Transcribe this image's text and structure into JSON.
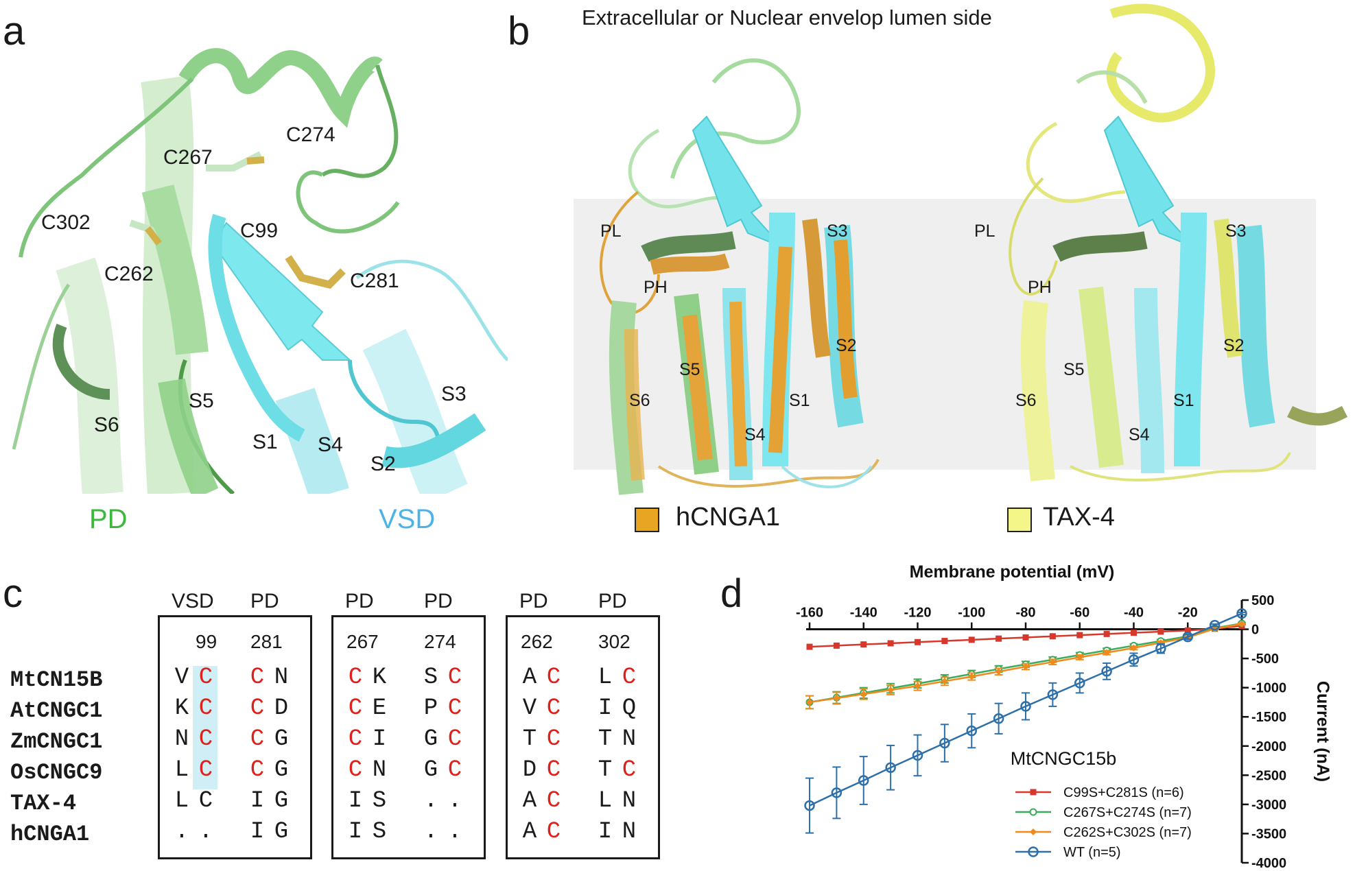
{
  "panels": {
    "a": {
      "letter": "a",
      "labels": [
        "C274",
        "C267",
        "C302",
        "C99",
        "C262",
        "C281",
        "S5",
        "S3",
        "S6",
        "S1",
        "S4",
        "S2"
      ],
      "domain_pd": "PD",
      "domain_vsd": "VSD",
      "colors": {
        "pd": "#3cb83c",
        "vsd": "#4db3e6"
      }
    },
    "b": {
      "letter": "b",
      "title": "Extracellular or Nuclear envelop lumen side",
      "left_labels": [
        "PL",
        "PH",
        "S3",
        "S2",
        "S5",
        "S6",
        "S1",
        "S4"
      ],
      "right_labels": [
        "PL",
        "PH",
        "S3",
        "S2",
        "S5",
        "S6",
        "S1",
        "S4"
      ],
      "legend": [
        {
          "name": "hCNGA1",
          "color": "#e8a423"
        },
        {
          "name": "TAX-4",
          "color": "#f5f68a"
        }
      ]
    },
    "c": {
      "letter": "c",
      "species": [
        "MtCN15B",
        "AtCNGC1",
        "ZmCNGC1",
        "OsCNGC9",
        "TAX-4",
        "hCNGA1"
      ],
      "groups": [
        {
          "headers": [
            "VSD",
            "PD"
          ],
          "positions": [
            "99",
            "281"
          ],
          "rows": [
            [
              "V",
              "C",
              "C",
              "N"
            ],
            [
              "K",
              "C",
              "C",
              "D"
            ],
            [
              "N",
              "C",
              "C",
              "G"
            ],
            [
              "L",
              "C",
              "C",
              "G"
            ],
            [
              "L",
              "C",
              "I",
              "G"
            ],
            [
              ".",
              ".",
              "I",
              "G"
            ]
          ]
        },
        {
          "headers": [
            "PD",
            "PD"
          ],
          "positions": [
            "267",
            "274"
          ],
          "rows": [
            [
              "C",
              "K",
              "S",
              "C"
            ],
            [
              "C",
              "E",
              "P",
              "C"
            ],
            [
              "C",
              "I",
              "G",
              "C"
            ],
            [
              "C",
              "N",
              "G",
              "C"
            ],
            [
              "I",
              "S",
              ".",
              "."
            ],
            [
              "I",
              "S",
              ".",
              "."
            ]
          ]
        },
        {
          "headers": [
            "PD",
            "PD"
          ],
          "positions": [
            "262",
            "302"
          ],
          "rows": [
            [
              "A",
              "C",
              "L",
              "C"
            ],
            [
              "V",
              "C",
              "I",
              "Q"
            ],
            [
              "T",
              "C",
              "T",
              "N"
            ],
            [
              "D",
              "C",
              "T",
              "C"
            ],
            [
              "A",
              "C",
              "L",
              "N"
            ],
            [
              "A",
              "C",
              "I",
              "N"
            ]
          ]
        }
      ],
      "red_color": "#e0201b",
      "highlight_color": "#cfeef6"
    },
    "d": {
      "letter": "d",
      "chart_data": {
        "type": "line",
        "title": "MtCNGC15b",
        "xlabel": "Membrane potential (mV)",
        "ylabel": "Current (nA)",
        "xlim": [
          -160,
          0
        ],
        "ylim": [
          -4000,
          500
        ],
        "xticks": [
          -160,
          -140,
          -120,
          -100,
          -80,
          -60,
          -40,
          -20
        ],
        "yticks": [
          500,
          0,
          -500,
          -1000,
          -1500,
          -2000,
          -2500,
          -3000,
          -3500,
          -4000
        ],
        "x": [
          -160,
          -150,
          -140,
          -130,
          -120,
          -110,
          -100,
          -90,
          -80,
          -70,
          -60,
          -50,
          -40,
          -30,
          -20,
          -10,
          0
        ],
        "series": [
          {
            "name": "C99S+C281S (n=6)",
            "color": "#d7382c",
            "marker": "square",
            "values": [
              -300,
              -280,
              -260,
              -240,
              -220,
              -200,
              -180,
              -160,
              -140,
              -120,
              -100,
              -80,
              -60,
              -40,
              -20,
              10,
              60
            ],
            "errors": [
              0,
              0,
              0,
              0,
              0,
              0,
              0,
              0,
              0,
              0,
              0,
              0,
              0,
              0,
              0,
              0,
              0
            ]
          },
          {
            "name": "C267S+C274S (n=7)",
            "color": "#3aab5b",
            "marker": "circle",
            "values": [
              -1250,
              -1170,
              -1090,
              -1010,
              -930,
              -850,
              -765,
              -680,
              -600,
              -520,
              -440,
              -360,
              -280,
              -200,
              -120,
              20,
              100
            ],
            "errors": [
              110,
              100,
              90,
              80,
              75,
              70,
              60,
              55,
              50,
              45,
              40,
              35,
              30,
              25,
              20,
              15,
              15
            ]
          },
          {
            "name": "C262S+C302S (n=7)",
            "color": "#f08a1c",
            "marker": "diamond",
            "values": [
              -1250,
              -1180,
              -1110,
              -1040,
              -970,
              -890,
              -810,
              -725,
              -640,
              -560,
              -480,
              -400,
              -320,
              -230,
              -140,
              10,
              90
            ],
            "errors": [
              110,
              100,
              90,
              80,
              75,
              70,
              60,
              55,
              50,
              45,
              40,
              35,
              30,
              25,
              20,
              15,
              15
            ]
          },
          {
            "name": "WT (n=5)",
            "color": "#2d6fa8",
            "marker": "open-circle",
            "values": [
              -3020,
              -2800,
              -2590,
              -2370,
              -2160,
              -1950,
              -1740,
              -1530,
              -1320,
              -1120,
              -920,
              -720,
              -520,
              -330,
              -130,
              70,
              270
            ],
            "errors": [
              470,
              440,
              410,
              380,
              350,
              320,
              290,
              260,
              230,
              200,
              170,
              140,
              110,
              80,
              40,
              20,
              20
            ]
          }
        ],
        "legend_position": "bottom-right",
        "grid": false
      }
    }
  }
}
